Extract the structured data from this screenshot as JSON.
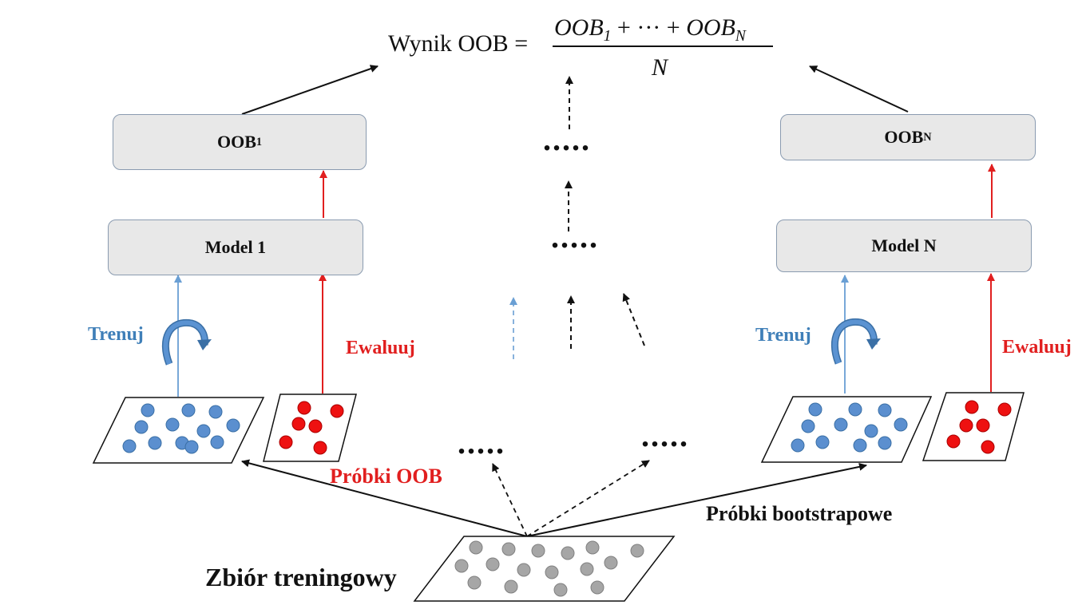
{
  "formula": {
    "lhs": "Wynik OOB =",
    "numerator_a": "OOB",
    "numerator_a_sub": "1",
    "numerator_mid": " + ··· + ",
    "numerator_b": "OOB",
    "numerator_b_sub": "N",
    "denominator": "N"
  },
  "left": {
    "oob_label": "OOB",
    "oob_sub": "1",
    "model_label": "Model 1",
    "train_label": "Trenuj",
    "eval_label": "Ewaluuj"
  },
  "right": {
    "oob_label": "OOB",
    "oob_sub": "N",
    "model_label": "Model N",
    "train_label": "Trenuj",
    "eval_label": "Ewaluuj"
  },
  "middle": {
    "dots_1": ".....",
    "dots_2": ".....",
    "dots_3": ".....",
    "dots_4": "....."
  },
  "labels": {
    "oob_samples": "Próbki OOB",
    "bootstrap_samples": "Próbki bootstrapowe",
    "training_set": "Zbiór treningowy"
  },
  "colors": {
    "train_blue": "#3f7fb8",
    "eval_red": "#e11f1f",
    "box_fill": "#e8e8e8",
    "dot_blue": "#5b8fcf",
    "dot_red": "#ee1111",
    "dot_gray": "#a6a6a6"
  }
}
